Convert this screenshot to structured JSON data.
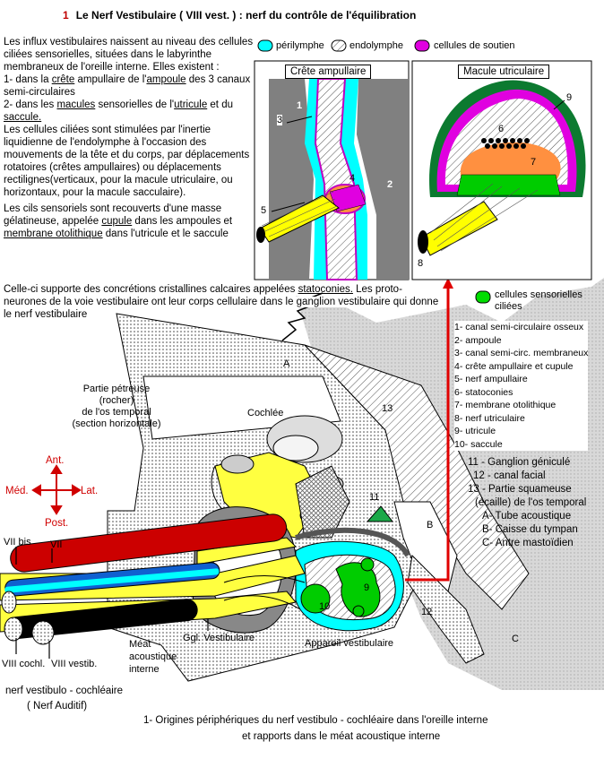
{
  "title": {
    "number": "1",
    "text": "Le Nerf Vestibulaire ( VIII vest. ) : nerf du contrôle de l'équilibration"
  },
  "intro": {
    "p1": "Les influx vestibulaires naissent au niveau des cellules ciliées sensorielles, situées dans le labyrinthe membraneux de l'oreille interne. Elles existent :",
    "li1_a": "1- dans la ",
    "li1_crete": "crête",
    "li1_b": " ampullaire de l'",
    "li1_ampoule": "ampoule",
    "li1_c": " des  3 canaux semi-circulaires",
    "li2_a": "2- dans les ",
    "li2_macules": "macules",
    "li2_b": " sensorielles de l'",
    "li2_utricule": "utricule",
    "li2_c": " et du ",
    "li2_saccule": "saccule.",
    "p2": "Les cellules ciliées sont stimulées par l'inertie liquidienne de l'endolymphe à l'occasion des mouvements de la tête et du corps,  par déplacements  rotatoires (crêtes ampullaires) ou déplacements rectilignes(verticaux, pour la macule utriculaire, ou horizontaux, pour la macule sacculaire).",
    "p3_a": "Les cils sensoriels sont recouverts d'une masse gélatineuse, appelée ",
    "p3_cupule": "cupule",
    "p3_b": " dans les ampoules et ",
    "p3_membrane": "membrane otolithique",
    "p3_c": " dans l'utricule et le saccule",
    "p4_a": "Celle-ci supporte  des    concrétions cristallines calcaires  appelées  ",
    "p4_statoconies": "statoconies.",
    "p4_b": "  Les proto-neurones de la voie vestibulaire ont leur corps cellulaire dans le ganglion vestibulaire  qui donne le nerf  vestibulaire"
  },
  "legend": {
    "perilymphe": "périlymphe",
    "endolymphe": "endolymphe",
    "soutien": "cellules de soutien",
    "sensorielles": "cellules sensorielles ciliées"
  },
  "colors": {
    "perilymphe": "#00ffff",
    "soutien": "#e000e0",
    "sensorielles": "#00dd00",
    "ganglion": "#ffff00",
    "bone": "#808080",
    "cupule": "#ff9040",
    "red": "#d00000",
    "nerve_red": "#cc0000",
    "nerve_blue": "#1060d0"
  },
  "panels": {
    "crete": "Crête ampullaire",
    "macule": "Macule utriculaire"
  },
  "numbered_legend": [
    "1-  canal semi-circulaire osseux",
    "2-  ampoule",
    "3-  canal semi-circ. membraneux",
    "4-  crête ampullaire et cupule",
    "5- nerf ampullaire",
    "6-  statoconies",
    "7- membrane otolithique",
    "8- nerf utriculaire",
    "9- utricule",
    "10- saccule"
  ],
  "legend2": [
    "11 - Ganglion géniculé",
    "12 - canal facial",
    "13 - Partie squameuse",
    "(écaille) de l'os temporal",
    "A- Tube acoustique",
    "B- Caisse du tympan",
    "C- Antre mastoïdien"
  ],
  "labels": {
    "petreuse": [
      "Partie pétreuse",
      "(rocher)",
      "de l'os temporal",
      "(section horizontale)"
    ],
    "cochlee": "Cochlée",
    "ant": "Ant.",
    "post": "Post.",
    "med": "Méd.",
    "lat": "Lat.",
    "vii_bis": "VII bis",
    "vii": "VII",
    "viii_cochl": "VIII cochl.",
    "viii_vestib": "VIII vestib.",
    "nerf_vc": "nerf vestibulo - cochléaire",
    "nerf_aud": "( Nerf Auditif)",
    "meat": [
      "Méat",
      "acoustique",
      "interne"
    ],
    "ggl": "Ggl. Vestibulaire",
    "appareil": "Appareil vestibulaire",
    "A": "A",
    "B": "B",
    "C": "C",
    "n11": "11",
    "n12": "12",
    "n13": "13",
    "n9": "9",
    "n10": "10",
    "p1": "1",
    "p2": "2",
    "p3": "3",
    "p4": "4",
    "p5": "5",
    "m6": "6",
    "m7": "7",
    "m8": "8",
    "m9": "9"
  },
  "caption": [
    "1-  Origines périphériques du nerf vestibulo - cochléaire dans l'oreille interne",
    "et rapports dans le méat acoustique interne"
  ]
}
